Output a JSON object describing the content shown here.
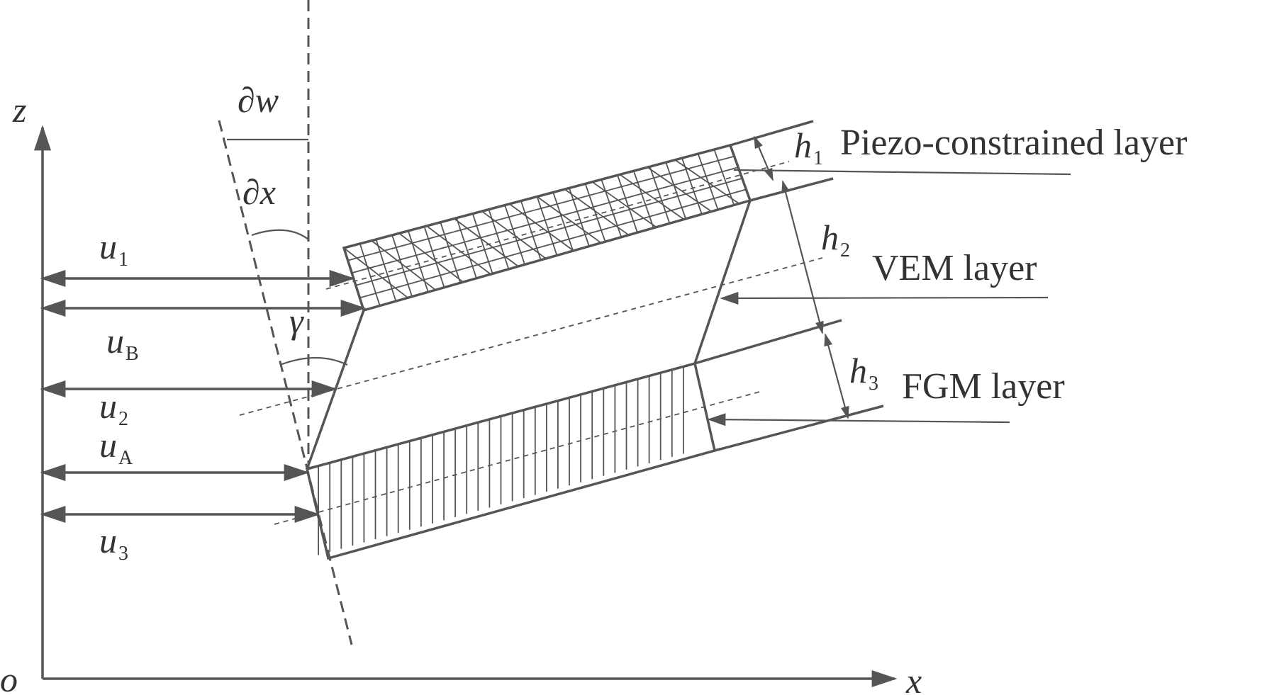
{
  "axes": {
    "z": "z",
    "x": "x",
    "origin": "o"
  },
  "angle_labels": {
    "dw": "∂w",
    "dx": "∂x",
    "gamma": "γ"
  },
  "displacements": [
    {
      "base": "u",
      "sub": "1"
    },
    {
      "base": "u",
      "sub": "B"
    },
    {
      "base": "u",
      "sub": "2"
    },
    {
      "base": "u",
      "sub": "A"
    },
    {
      "base": "u",
      "sub": "3"
    }
  ],
  "thickness": [
    {
      "base": "h",
      "sub": "1"
    },
    {
      "base": "h",
      "sub": "2"
    },
    {
      "base": "h",
      "sub": "3"
    }
  ],
  "layers": {
    "piezo": "Piezo-constrained layer",
    "vem": "VEM layer",
    "fgm": "FGM layer"
  },
  "colors": {
    "ink": "#555555",
    "text": "#333333",
    "background": "#ffffff"
  }
}
